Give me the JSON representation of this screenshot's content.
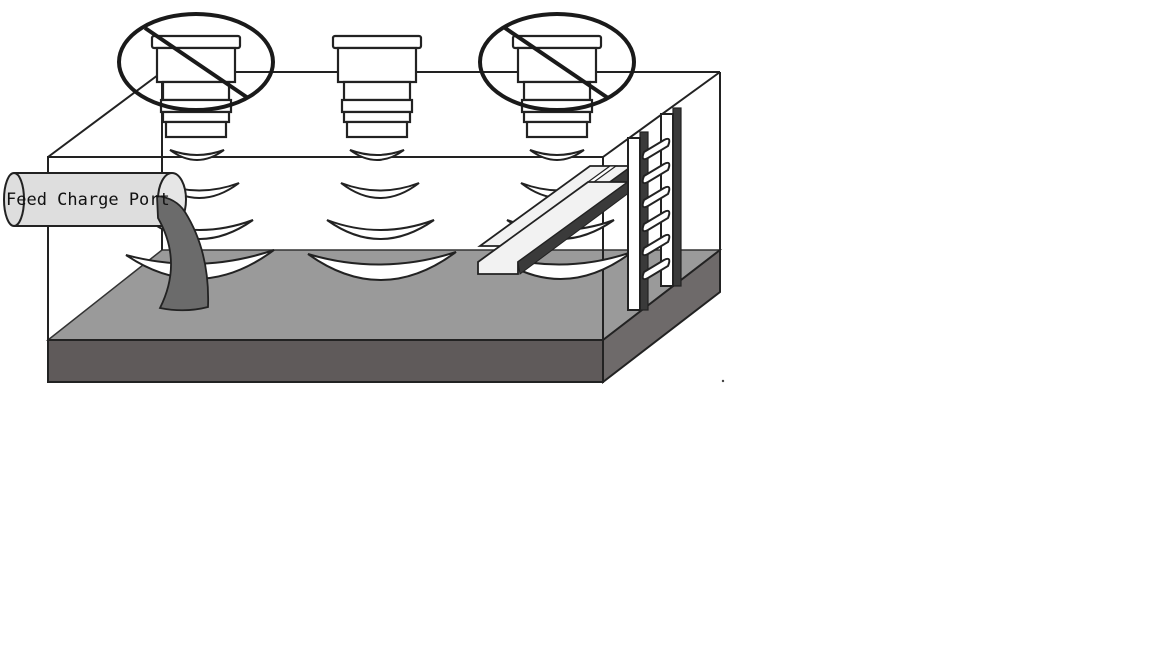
{
  "pipe": {
    "label": "Feed Charge Port"
  },
  "sensors": [
    {
      "id": "left",
      "status": "prohibited",
      "icon": "prohibited-icon"
    },
    {
      "id": "center",
      "status": "recommended",
      "icon": "none"
    },
    {
      "id": "right",
      "status": "prohibited",
      "icon": "prohibited-icon"
    }
  ],
  "colors": {
    "material_top": "#9a9a9a",
    "material_front": "#5f5a5a",
    "material_side": "#6e6a6a",
    "pour_stream": "#6b6b6b",
    "beam_dark": "#3a3a3a",
    "pipe_fill": "#dedede"
  }
}
